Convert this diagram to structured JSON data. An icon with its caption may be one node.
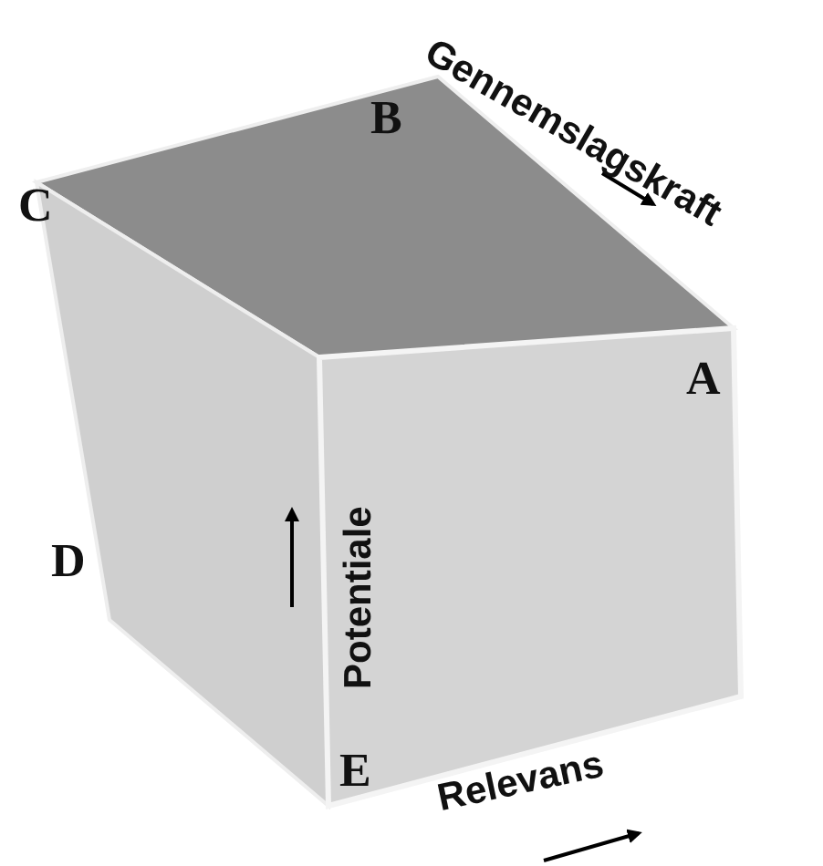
{
  "diagram": {
    "labels": [
      "B",
      "Gennemslagskraft",
      "C",
      "A",
      "Potentiale",
      "D",
      "E",
      "Relevans"
    ]
  }
}
